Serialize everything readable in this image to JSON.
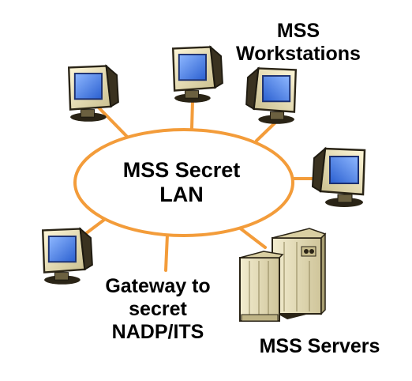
{
  "colors": {
    "ring": "#F39C3A",
    "screen": "#3F79E8",
    "monitor_body": "#ECE2B6",
    "monitor_shadow": "#2A2416",
    "server_body": "#E6DEB8"
  },
  "lan": {
    "label_line1": "MSS Secret",
    "label_line2": "LAN"
  },
  "workstations": {
    "label_line1": "MSS",
    "label_line2": "Workstations"
  },
  "gateway": {
    "label_line1": "Gateway to",
    "label_line2": "secret",
    "label_line3": "NADP/ITS"
  },
  "servers": {
    "label": "MSS Servers"
  },
  "icons": {
    "workstation": "crt-monitor-icon",
    "server": "server-cabinet-icon"
  }
}
